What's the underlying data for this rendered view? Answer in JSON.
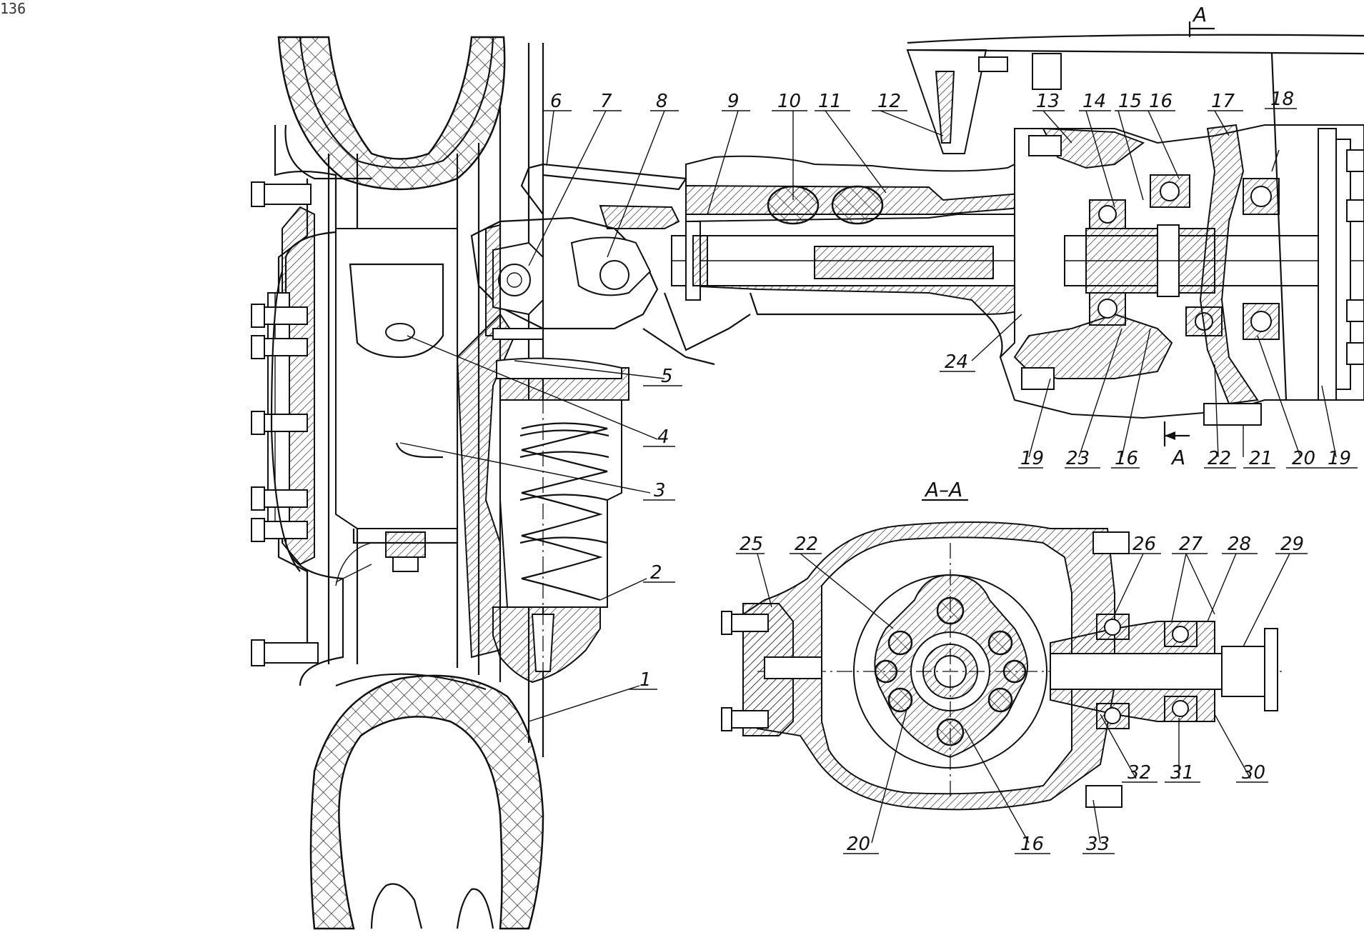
{
  "page_number": "136",
  "section_title": "А–А",
  "section_marks": [
    "А",
    "А"
  ],
  "callouts_main": [
    "1",
    "2",
    "3",
    "4",
    "5",
    "6",
    "7",
    "8",
    "9",
    "10",
    "11",
    "12",
    "13",
    "14",
    "15",
    "16",
    "17",
    "18",
    "19",
    "23",
    "16",
    "22",
    "21",
    "20",
    "19",
    "24"
  ],
  "callouts_section": [
    "25",
    "22",
    "26",
    "27",
    "28",
    "29",
    "20",
    "16",
    "33",
    "32",
    "31",
    "30"
  ]
}
